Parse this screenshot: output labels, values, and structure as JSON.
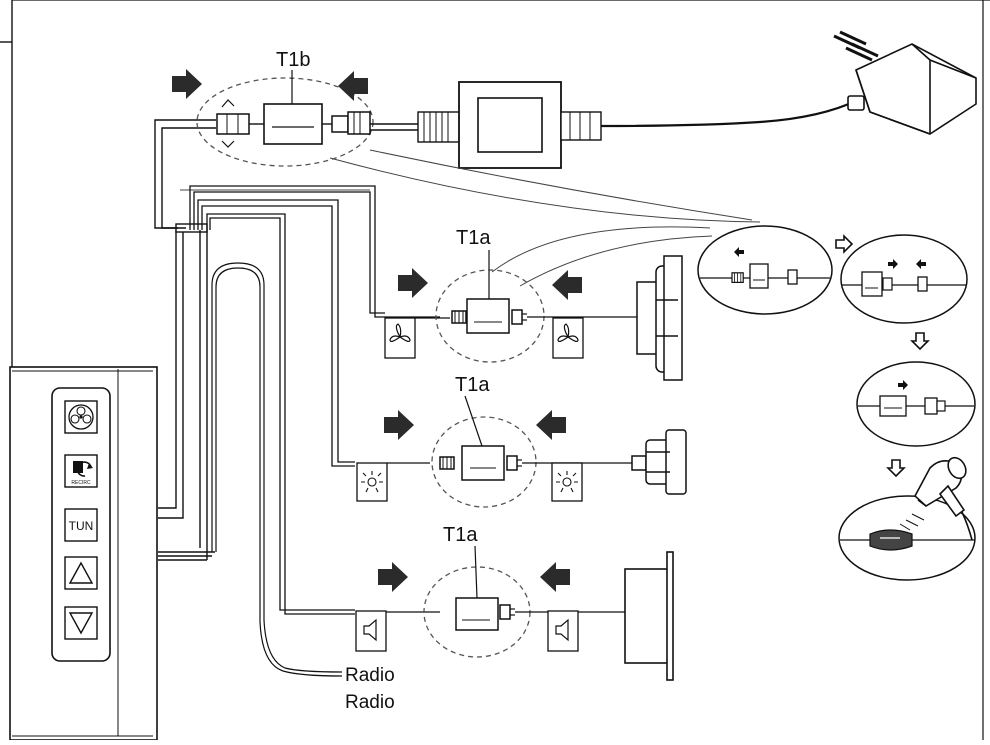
{
  "labels": {
    "t1b": "T1b",
    "t1a_fan": "T1a",
    "t1a_light": "T1a",
    "t1a_speaker": "T1a",
    "radio_line1": "Radio",
    "radio_line2": "Radio"
  },
  "control_panel": {
    "buttons": [
      {
        "name": "fan-button",
        "icon": "fan-icon",
        "text": ""
      },
      {
        "name": "recirculation-button",
        "icon": "recirculation-icon",
        "text": "RECIRC"
      },
      {
        "name": "tun-button",
        "icon": "",
        "text": "TUN"
      },
      {
        "name": "up-button",
        "icon": "triangle-up-icon",
        "text": ""
      },
      {
        "name": "down-button",
        "icon": "triangle-down-icon",
        "text": ""
      }
    ]
  },
  "colors": {
    "line": "#1a1a1a",
    "arrow": "#2b2b2b",
    "dashed": "#555555",
    "background": "#ffffff"
  }
}
